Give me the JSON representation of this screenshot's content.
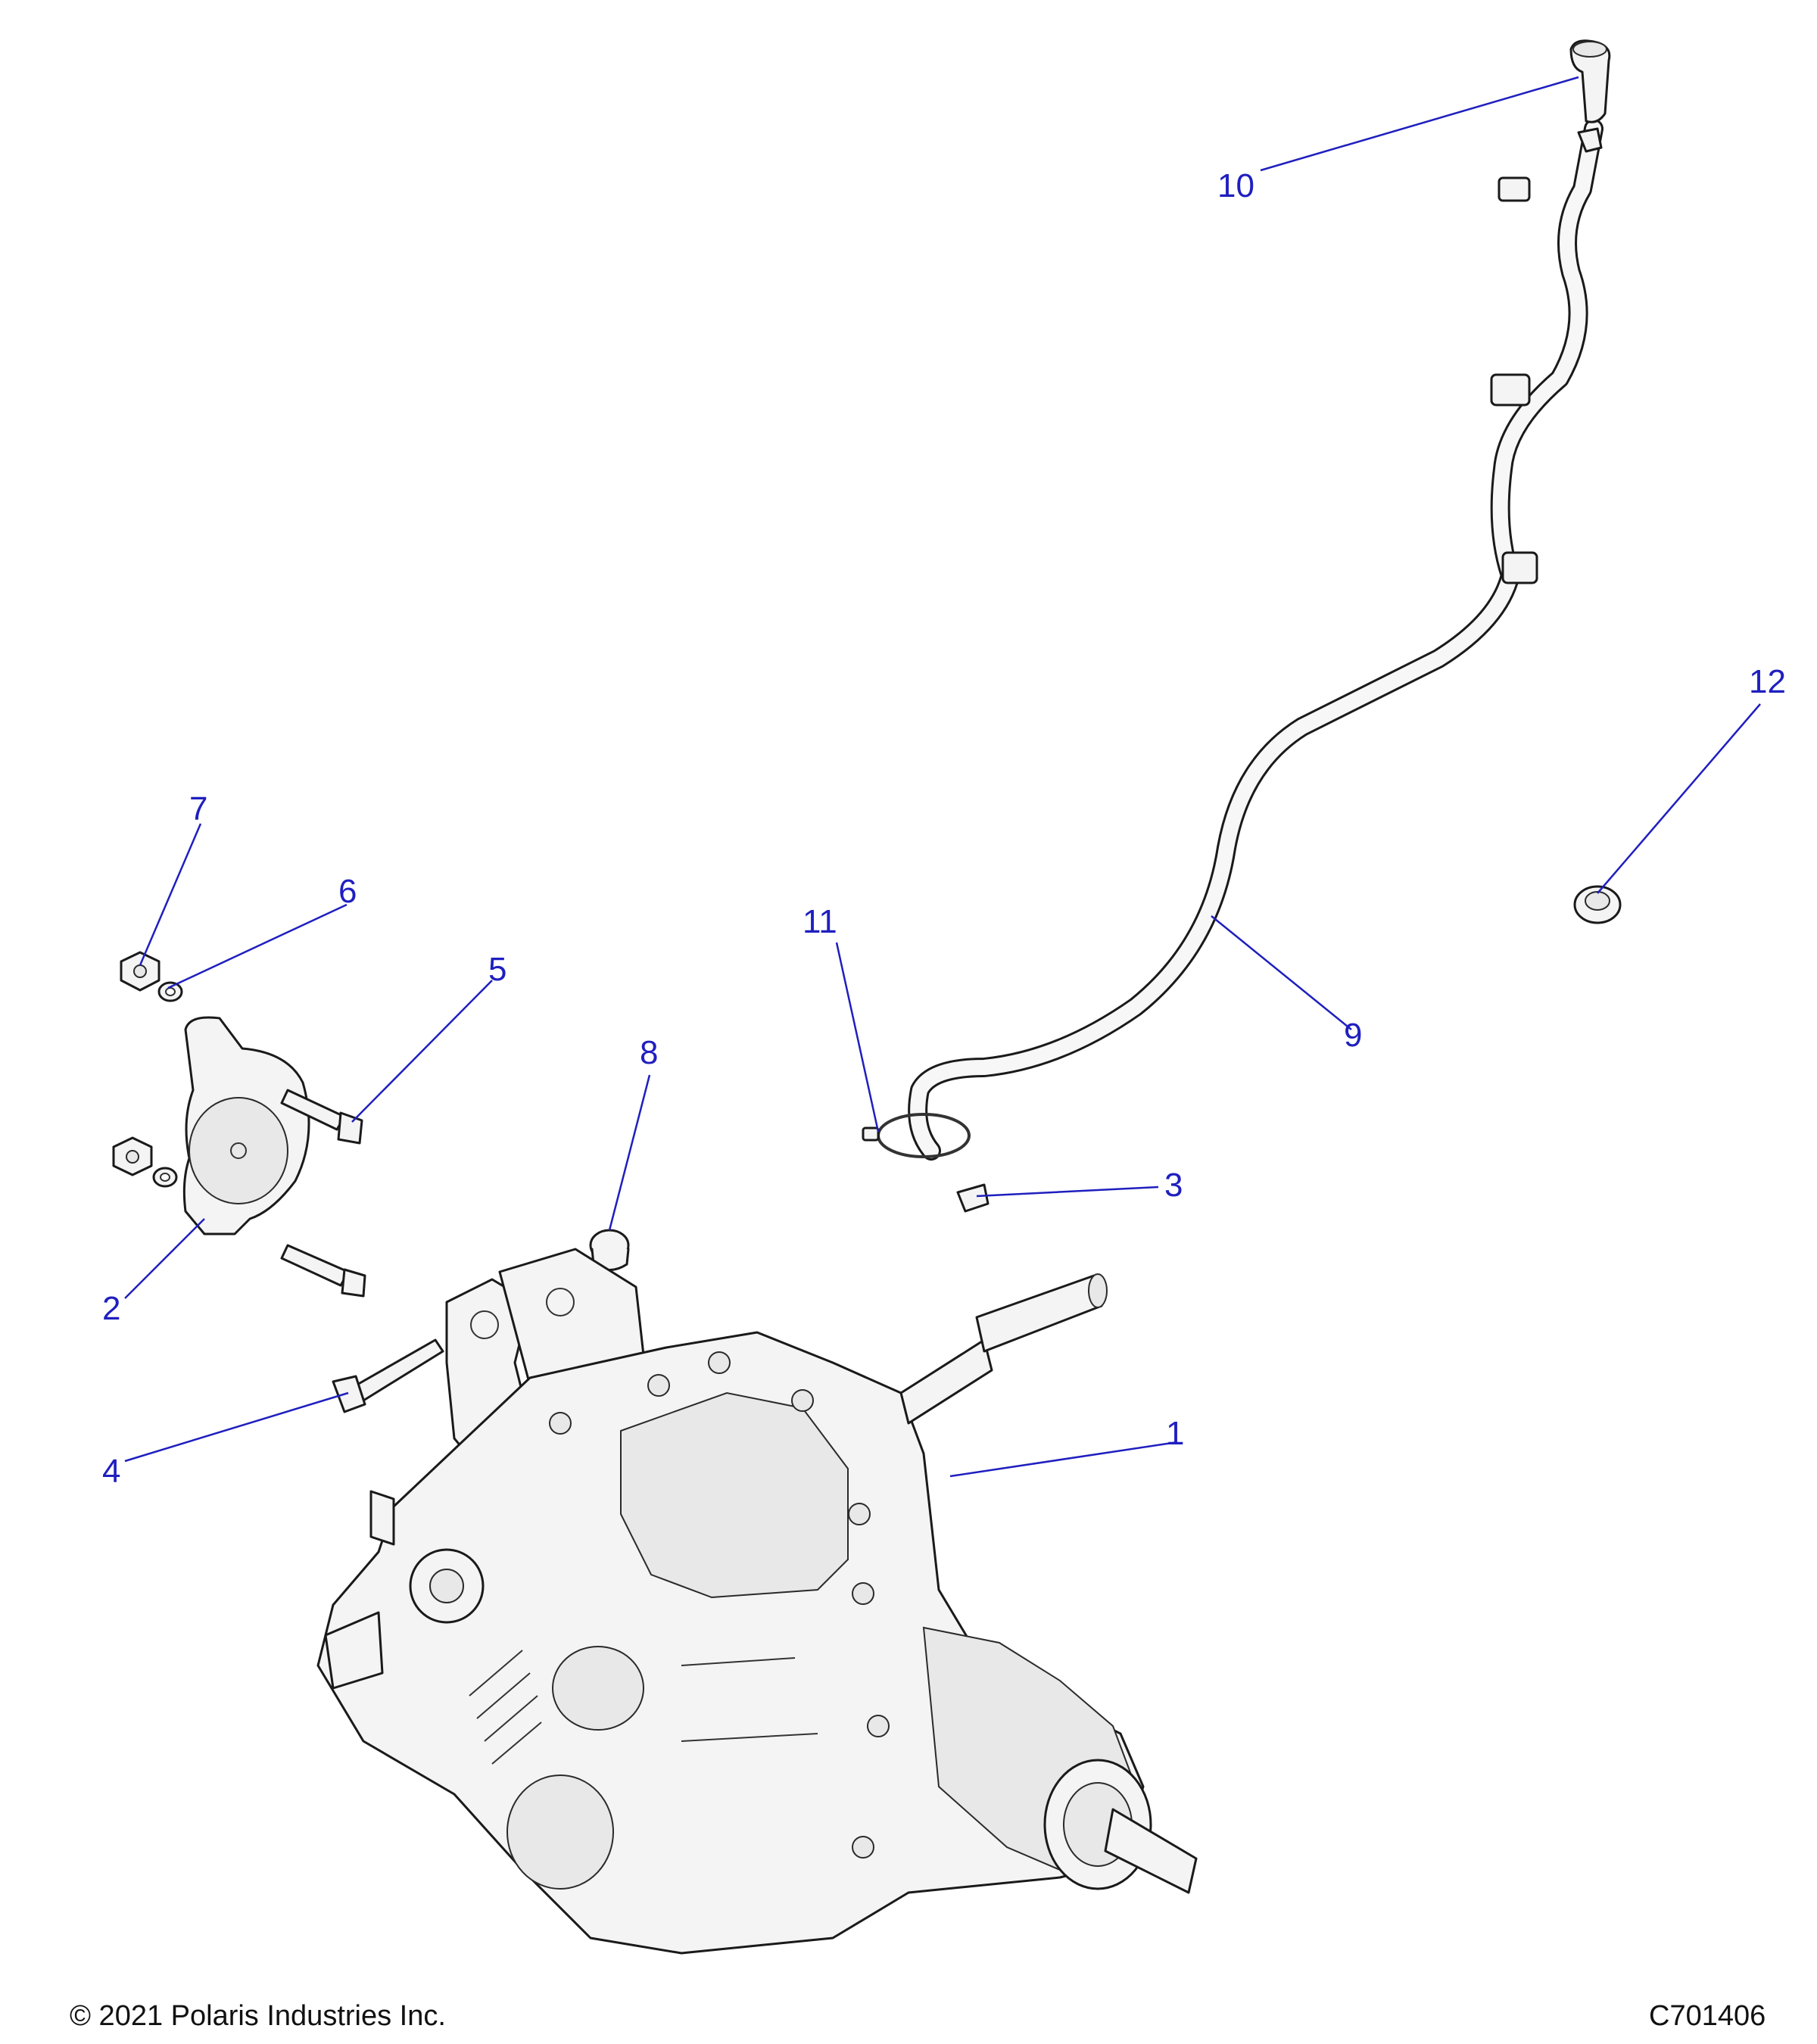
{
  "diagram": {
    "callouts": [
      {
        "id": "1",
        "label": "1"
      },
      {
        "id": "2",
        "label": "2"
      },
      {
        "id": "3",
        "label": "3"
      },
      {
        "id": "4",
        "label": "4"
      },
      {
        "id": "5",
        "label": "5"
      },
      {
        "id": "6",
        "label": "6"
      },
      {
        "id": "7",
        "label": "7"
      },
      {
        "id": "8",
        "label": "8"
      },
      {
        "id": "9",
        "label": "9"
      },
      {
        "id": "10",
        "label": "10"
      },
      {
        "id": "11",
        "label": "11"
      },
      {
        "id": "12",
        "label": "12"
      }
    ]
  },
  "footer": {
    "copyright": "© 2021 Polaris Industries Inc.",
    "drawing_number": "C701406"
  },
  "colors": {
    "callout": "#1f1fbf",
    "line_art": "#1a1a1a",
    "background": "#ffffff"
  }
}
